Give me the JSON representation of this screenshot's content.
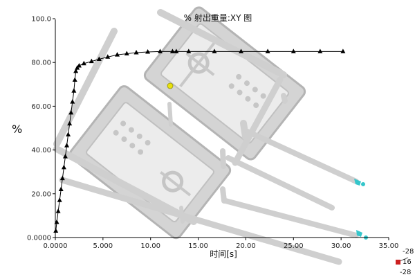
{
  "chart_data": {
    "type": "line",
    "title": "% 射出重量:XY 图",
    "xlabel": "时间[s]",
    "ylabel": "%",
    "xlim": [
      0,
      35
    ],
    "ylim": [
      0,
      100
    ],
    "x_ticks": [
      "0.0000",
      "5.000",
      "10.00",
      "15.00",
      "20.00",
      "25.00",
      "30.00",
      "35.00"
    ],
    "y_ticks": [
      "0.0000",
      "20.00",
      "40.00",
      "60.00",
      "80.00",
      "100.0"
    ],
    "grid": false,
    "marker": "triangle",
    "series": [
      {
        "color": "#000000",
        "x": [
          0.05,
          0.15,
          0.3,
          0.45,
          0.6,
          0.75,
          0.9,
          1.05,
          1.2,
          1.35,
          1.5,
          1.65,
          1.8,
          1.95,
          2.05,
          2.15,
          2.3,
          2.5,
          3.0,
          3.8,
          4.6,
          5.5,
          6.5,
          7.5,
          8.5,
          9.7,
          11.0,
          12.3,
          12.7,
          14.0,
          16.7,
          19.5,
          22.3,
          25.0,
          27.8,
          30.2
        ],
        "y": [
          3,
          7,
          12,
          17,
          22,
          27,
          32,
          37,
          42,
          47,
          52,
          57,
          62,
          67,
          72,
          76,
          77.5,
          78.5,
          79.5,
          80.5,
          81.5,
          82.5,
          83.5,
          84.0,
          84.5,
          84.8,
          85.0,
          85.0,
          85.0,
          85.0,
          85.0,
          85.0,
          85.0,
          85.0,
          85.0,
          85.0
        ]
      }
    ]
  },
  "triad_labels": [
    "-28",
    "16",
    "-28"
  ],
  "colors": {
    "part": "#c9c9c9",
    "part_edge": "#a9a9a9",
    "cyan_marker": "#2bc4c9",
    "yellow_marker": "#e8e000",
    "red_marker": "#cc2020"
  }
}
